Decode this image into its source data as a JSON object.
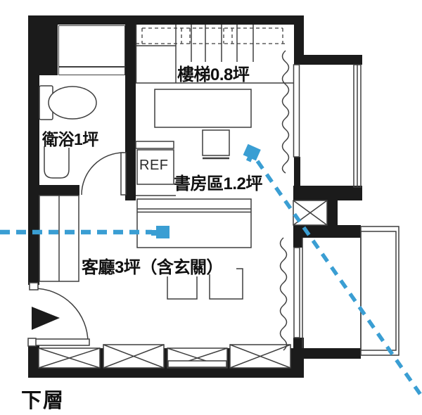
{
  "floor_plan": {
    "title": "下層",
    "rooms": [
      {
        "id": "stairs",
        "label": "樓梯0.8坪"
      },
      {
        "id": "bathroom",
        "label": "衛浴1坪"
      },
      {
        "id": "study",
        "label": "書房區1.2坪"
      },
      {
        "id": "living",
        "label": "客廳3坪（含玄關）"
      }
    ],
    "appliances": {
      "refrigerator_label": "REF"
    },
    "colors": {
      "wall": "#1b1b1b",
      "line": "#3f3f3f",
      "camera_accent": "#3a9ed3"
    }
  }
}
